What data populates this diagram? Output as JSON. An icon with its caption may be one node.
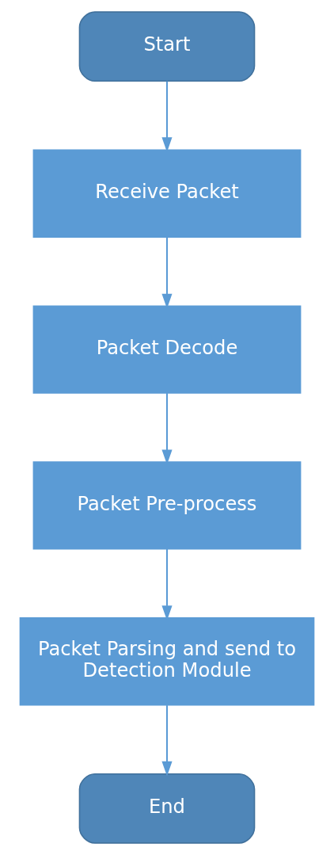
{
  "diagram": {
    "nodes": [
      {
        "text": [
          "Start"
        ]
      },
      {
        "text": [
          "Receive Packet"
        ]
      },
      {
        "text": [
          "Packet Decode"
        ]
      },
      {
        "text": [
          "Packet Pre-process"
        ]
      },
      {
        "text": [
          "Packet Parsing and send to Detection Module"
        ]
      },
      {
        "text": [
          "End"
        ]
      }
    ],
    "edges": [
      {
        "from": 0,
        "to": 1,
        "arrow": "to"
      },
      {
        "from": 1,
        "to": 2,
        "arrow": "to"
      },
      {
        "from": 2,
        "to": 3,
        "arrow": "to"
      },
      {
        "from": 3,
        "to": 4,
        "arrow": "to"
      },
      {
        "from": 4,
        "to": 5,
        "arrow": "to"
      }
    ]
  }
}
